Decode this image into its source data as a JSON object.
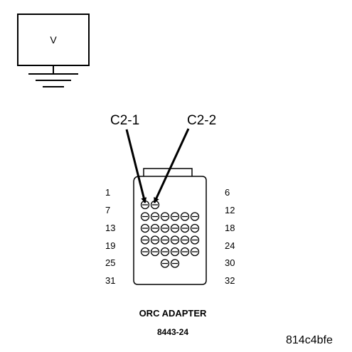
{
  "meter": {
    "label": "V"
  },
  "callouts": {
    "left": "C2-1",
    "right": "C2-2"
  },
  "pin_labels": {
    "left": [
      "1",
      "7",
      "13",
      "19",
      "25",
      "31"
    ],
    "right": [
      "6",
      "12",
      "18",
      "24",
      "30",
      "32"
    ]
  },
  "connector": {
    "rows": [
      2,
      6,
      6,
      6,
      6,
      2
    ],
    "pin_glyph": "⊖",
    "probed_pins": [
      1,
      2
    ]
  },
  "adapter": {
    "title": "ORC ADAPTER",
    "part_number": "8443-24"
  },
  "figure_code": "814c4bfe"
}
